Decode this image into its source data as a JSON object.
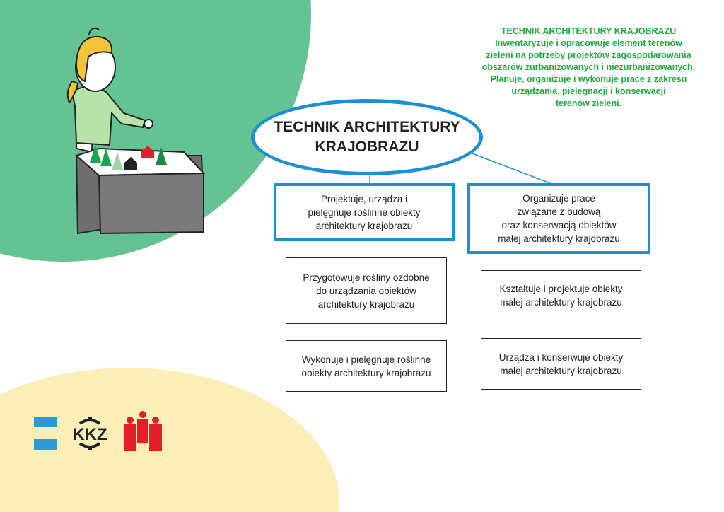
{
  "description": {
    "title": "TECHNIK ARCHITEKTURY KRAJOBRAZU",
    "lines": [
      "Inwentaryzuje i opracowuje element terenów",
      "zieleni na potrzeby projektów zagospodarowania",
      "obszarów zurbanizowanych i niezurbanizowanych.",
      "Planuje, organizuje i wykonuje prace z zakresu",
      "urządzania, pielęgnacji i konserwacji",
      "terenów zieleni."
    ]
  },
  "center": {
    "line1": "TECHNIK ARCHITEKTURY",
    "line2": "KRAJOBRAZU"
  },
  "left_branch": {
    "main": [
      "Projektuje, urządza i",
      "pielęgnuje roślinne obiekty",
      "architektury krajobrazu"
    ],
    "sub1": [
      "Przygotowuje rośliny ozdobne",
      "do urządzania obiektów",
      "architektury krajobrazu"
    ],
    "sub2": [
      "Wykonuje i pielęgnuje roślinne",
      "obiekty architektury krajobrazu"
    ]
  },
  "right_branch": {
    "main": [
      "Organizuje prace",
      "związane z budową",
      "oraz konserwacją obiektów",
      "małej architektury krajobrazu"
    ],
    "sub1": [
      "Kształtuje i projektuje obiekty",
      "małej architektury krajobrazu"
    ],
    "sub2": [
      "Urządza i konserwuje obiekty",
      "małej architektury krajobrazu"
    ]
  },
  "logos": {
    "kkz": "KKZ"
  },
  "colors": {
    "accent_blue": "#1e8fd6",
    "text_green": "#1eaa3e",
    "bg_green": "#63c392",
    "bg_yellow": "#fbefb7",
    "logo_red": "#e3202a"
  }
}
